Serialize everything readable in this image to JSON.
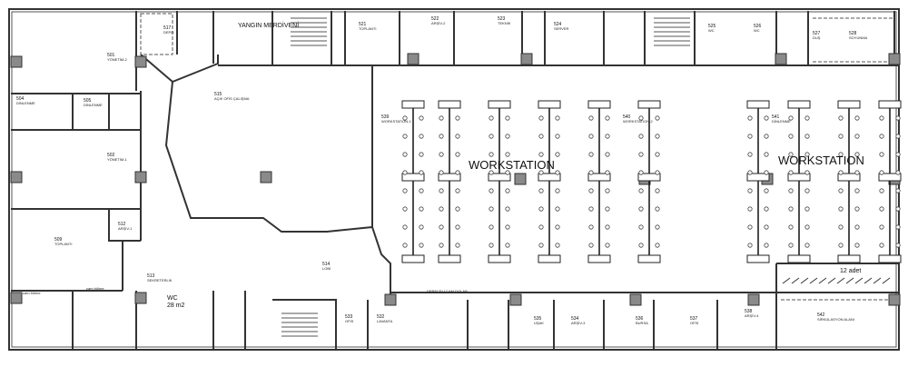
{
  "plan": {
    "big_labels": {
      "ws_left": "WORKSTATION",
      "ws_right": "WORKSTATION",
      "stair_top": "YANGIN MERDİVENİ",
      "wc": "WC",
      "wc_area": "28 m2",
      "count": "12 adet"
    },
    "rooms": [
      {
        "num": "501",
        "name": "YÖNETİM-2"
      },
      {
        "num": "502",
        "name": "YÖNETİM-1"
      },
      {
        "num": "504",
        "name": "DİNLENME"
      },
      {
        "num": "505",
        "name": "DİNLENME"
      },
      {
        "num": "509",
        "name": "TOPLANTI"
      },
      {
        "num": "512",
        "name": "ARŞİV-1"
      },
      {
        "num": "513",
        "name": "SEKRETERLİK"
      },
      {
        "num": "514",
        "name": "LOBİ"
      },
      {
        "num": "515",
        "name": "AÇIK OFİS ÇALIŞMA"
      },
      {
        "num": "517",
        "name": "DEPO"
      },
      {
        "num": "521",
        "name": "TOPLANTI"
      },
      {
        "num": "522",
        "name": "ARŞİV-2"
      },
      {
        "num": "523",
        "name": "TEKNİK"
      },
      {
        "num": "524",
        "name": "SERVER"
      },
      {
        "num": "525",
        "name": "WC"
      },
      {
        "num": "526",
        "name": "WC"
      },
      {
        "num": "527",
        "name": "DUŞ"
      },
      {
        "num": "528",
        "name": "SOYUNMA"
      },
      {
        "num": "532",
        "name": "LAVANTA"
      },
      {
        "num": "533",
        "name": "OFİS"
      },
      {
        "num": "534",
        "name": "ARŞİV-3"
      },
      {
        "num": "535",
        "name": "UŞAK"
      },
      {
        "num": "536",
        "name": "BURSA"
      },
      {
        "num": "537",
        "name": "OFİS"
      },
      {
        "num": "538",
        "name": "ARŞİV-4"
      },
      {
        "num": "539",
        "name": "WORKSTATION-1"
      },
      {
        "num": "540",
        "name": "WORKSTATION-2"
      },
      {
        "num": "541",
        "name": "DİNLENME"
      },
      {
        "num": "542",
        "name": "SİRKÜLASYON ALANI"
      }
    ],
    "notes": {
      "partition1": "cam bölme",
      "partition2": "cam bölme",
      "cabinet": "DERECELİ CAM DOLAP"
    }
  }
}
